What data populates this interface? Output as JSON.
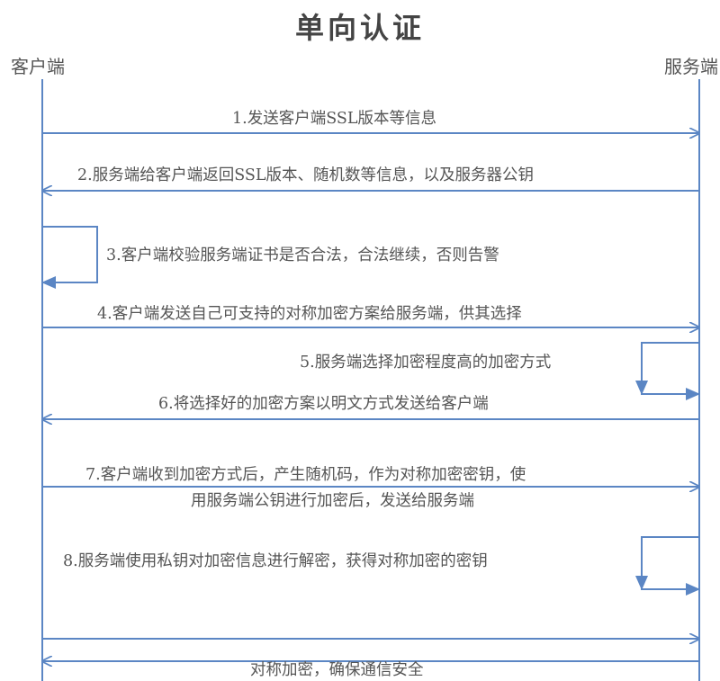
{
  "title": "单向认证",
  "actors": {
    "client": "客户端",
    "server": "服务端"
  },
  "colors": {
    "line": "#5b86c4",
    "text": "#555555"
  },
  "messages": [
    {
      "label": "1.发送客户端SSL版本等信息",
      "direction": "client-to-server"
    },
    {
      "label": "2.服务端给客户端返回SSL版本、随机数等信息，以及服务器公钥",
      "direction": "server-to-client"
    },
    {
      "label": "3.客户端校验服务端证书是否合法，合法继续，否则告警",
      "direction": "self-client"
    },
    {
      "label": "4.客户端发送自己可支持的对称加密方案给服务端，供其选择",
      "direction": "client-to-server"
    },
    {
      "label": "5.服务端选择加密程度高的加密方式",
      "direction": "self-server"
    },
    {
      "label": "6.将选择好的加密方案以明文方式发送给客户端",
      "direction": "server-to-client"
    },
    {
      "label_line1": "7.客户端收到加密方式后，产生随机码，作为对称加密密钥，使",
      "label_line2": "用服务端公钥进行加密后，发送给服务端",
      "direction": "client-to-server"
    },
    {
      "label": "8.服务端使用私钥对加密信息进行解密，获得对称加密的密钥",
      "direction": "self-server"
    },
    {
      "label": "对称加密，确保通信安全",
      "direction": "both"
    }
  ]
}
